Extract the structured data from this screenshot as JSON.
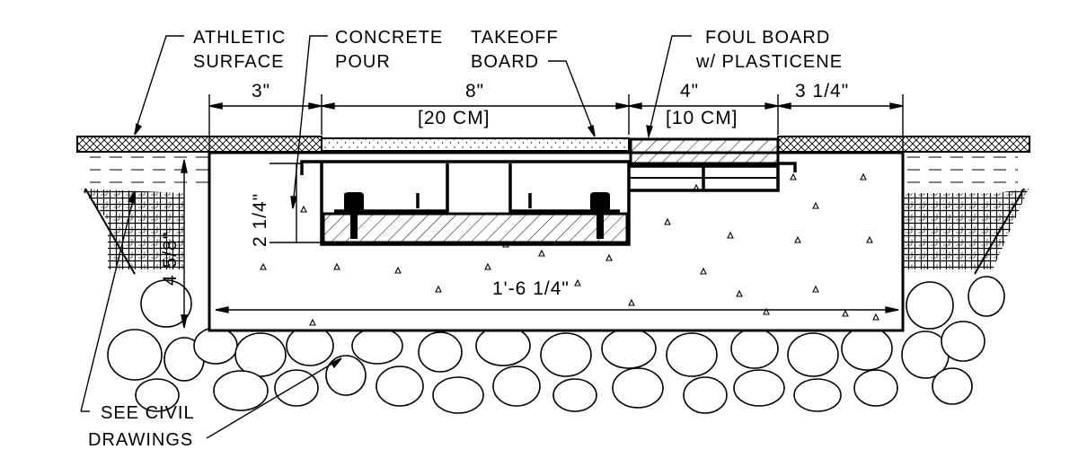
{
  "labels": {
    "athletic_surface": [
      "ATHLETIC",
      "SURFACE"
    ],
    "concrete_pour": [
      "CONCRETE",
      "POUR"
    ],
    "takeoff_board": [
      "TAKEOFF",
      "BOARD"
    ],
    "foul_board": [
      "FOUL BOARD",
      "w/ PLASTICENE"
    ],
    "see_civil": [
      "SEE CIVIL",
      "DRAWINGS"
    ]
  },
  "dimensions": {
    "left_margin": "3\"",
    "board_width": "8\"",
    "board_width_metric": "[20 CM]",
    "foul_width": "4\"",
    "foul_width_metric": "[10 CM]",
    "right_margin": "3 1/4\"",
    "board_depth": "2 1/4\"",
    "pour_depth": "4 5/8\"",
    "total_width": "1'-6 1/4\""
  }
}
